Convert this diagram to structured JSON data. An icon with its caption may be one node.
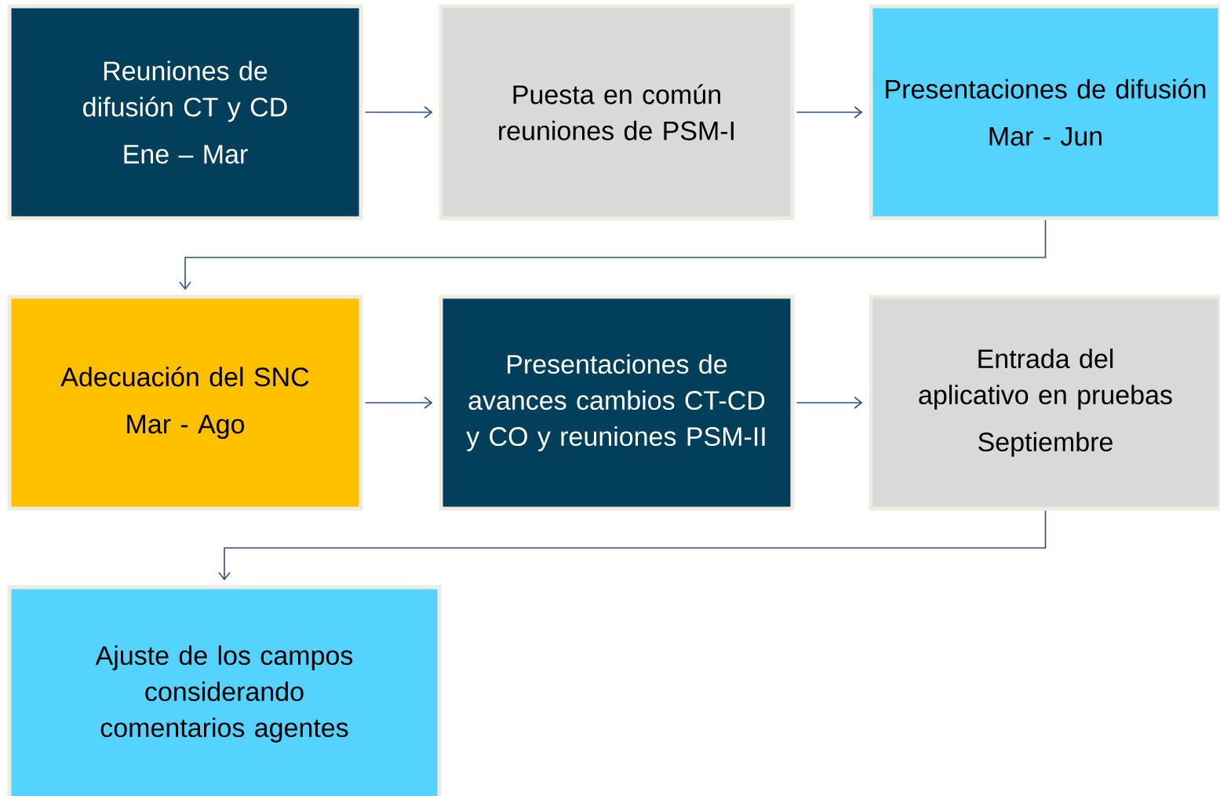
{
  "diagram": {
    "nodes": [
      {
        "text": [
          "Reuniones de difusión CT y CD",
          "Ene – Mar"
        ]
      },
      {
        "text": [
          "Puesta en común reuniones de PSM-I"
        ]
      },
      {
        "text": [
          "Presentaciones de difusión",
          "Mar - Jun"
        ]
      },
      {
        "text": [
          "Adecuación del SNC",
          "Mar - Ago"
        ]
      },
      {
        "text": [
          "Presentaciones de avances cambios CT-CD y CO y reuniones PSM-II"
        ]
      },
      {
        "text": [
          "Entrada del aplicativo en pruebas",
          "Septiembre"
        ]
      },
      {
        "text": [
          "Ajuste de los campos considerando comentarios agentes"
        ]
      }
    ],
    "edges": [
      {
        "from": 0,
        "to": 1,
        "arrow": "to"
      },
      {
        "from": 1,
        "to": 2,
        "arrow": "to"
      },
      {
        "from": 2,
        "to": 3,
        "arrow": "to"
      },
      {
        "from": 3,
        "to": 4,
        "arrow": "to"
      },
      {
        "from": 4,
        "to": 5,
        "arrow": "to"
      },
      {
        "from": 5,
        "to": 6,
        "arrow": "to"
      }
    ]
  }
}
